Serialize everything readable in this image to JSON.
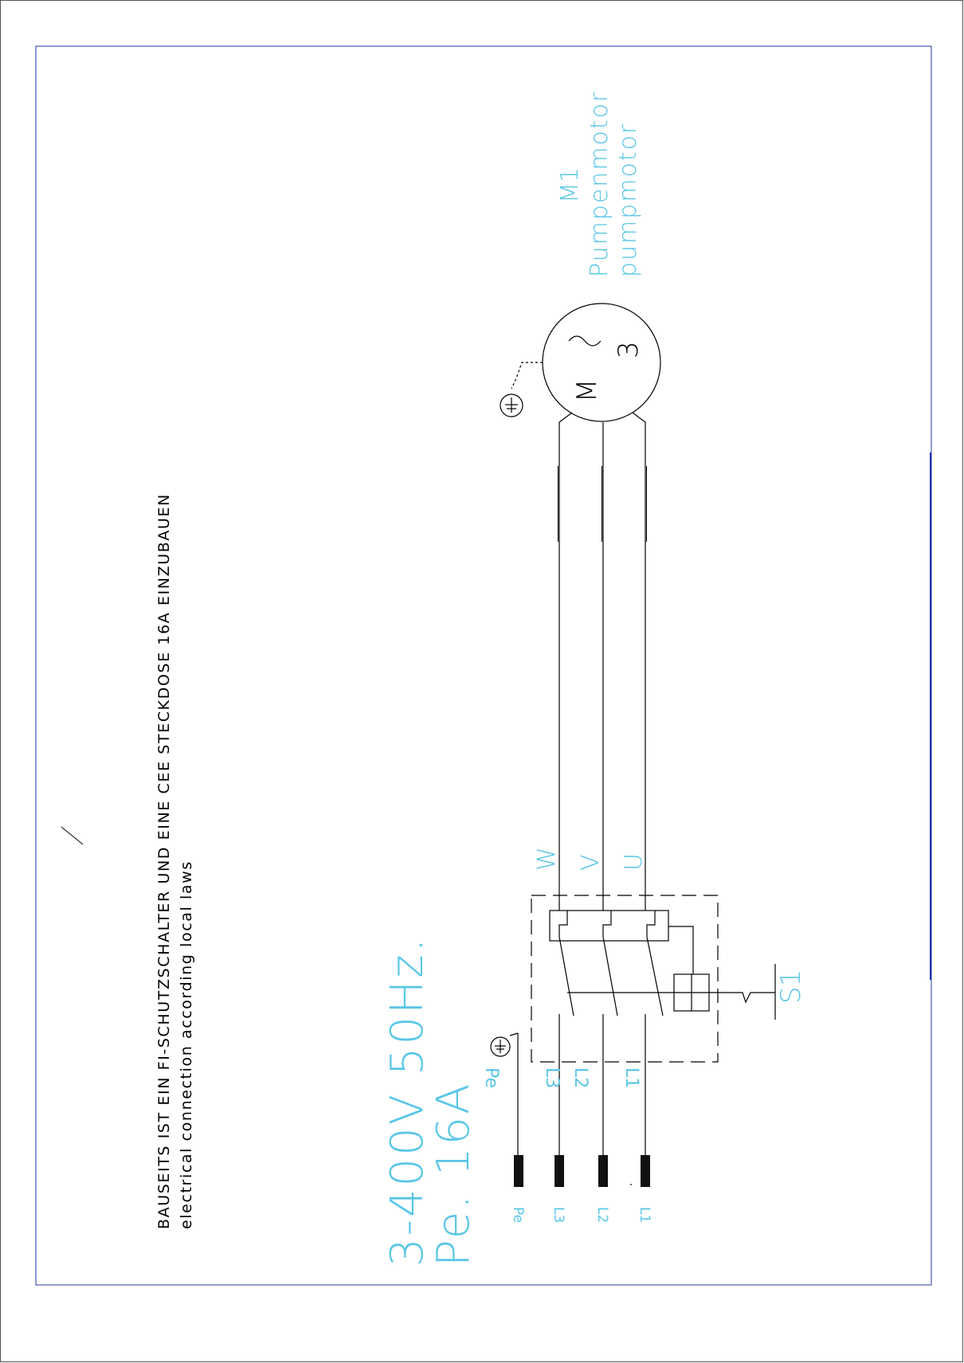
{
  "notes": {
    "line1": "BAUSEITS IST EIN FI-SCHUTZSCHALTER UND EINE CEE STECKDOSE 16A EINZUBAUEN",
    "line2": "electrical connection according local laws"
  },
  "supply": {
    "voltage": "3-400V 50Hz.",
    "fuse": "Pe. 16A"
  },
  "terminals": {
    "pe": "Pe",
    "l3": "L3",
    "l2": "L2",
    "l1": "L1"
  },
  "switch_inputs": {
    "pe": "Pe",
    "l3": "L3",
    "l2": "L2",
    "l1": "L1"
  },
  "motor_terminals": {
    "w": "W",
    "v": "V",
    "u": "U"
  },
  "switch": {
    "tag": "S1"
  },
  "motor": {
    "tag": "M1",
    "name_de": "Pumpenmotor",
    "name_en": "pumpmotor",
    "symbol_m": "M",
    "symbol_phase": "3",
    "symbol_ac": "~"
  },
  "colors": {
    "line": "#000000",
    "label": "#59c6e6",
    "frame": "#2233aa"
  }
}
